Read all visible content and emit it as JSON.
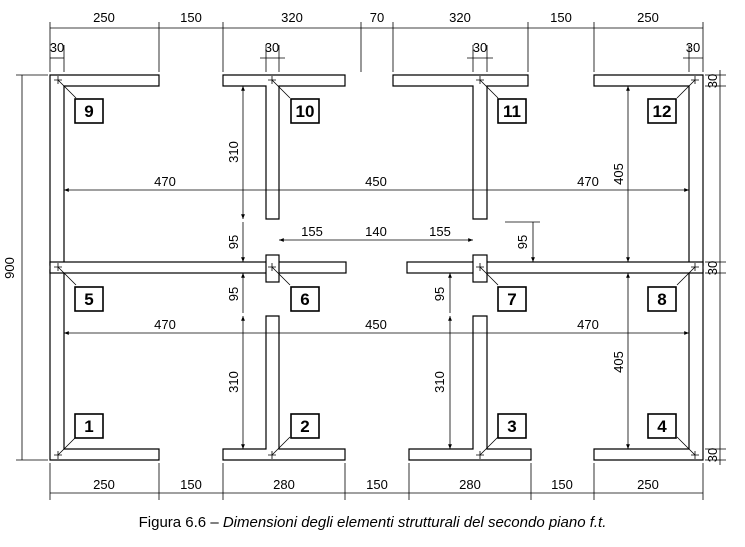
{
  "caption": {
    "prefix": "Figura 6.6 – ",
    "text": "Dimensioni degli elementi strutturali del secondo piano f.t."
  },
  "dims": {
    "top_row": [
      "250",
      "150",
      "320",
      "70",
      "320",
      "150",
      "250"
    ],
    "top_wall": [
      "30",
      "30",
      "30",
      "30"
    ],
    "bottom_row": [
      "250",
      "150",
      "280",
      "150",
      "280",
      "150",
      "250"
    ],
    "left_total": "900",
    "right_side": [
      "30",
      "30",
      "30"
    ],
    "mid_upper": [
      "470",
      "450",
      "470"
    ],
    "mid_lower": [
      "470",
      "450",
      "470"
    ],
    "center": [
      "155",
      "140",
      "155"
    ],
    "heights_left": [
      "310",
      "95",
      "95",
      "310"
    ],
    "heights_center": [
      "95",
      "310"
    ],
    "heights_right": [
      "405",
      "405"
    ],
    "misc": [
      "95"
    ]
  },
  "elements": [
    "1",
    "2",
    "3",
    "4",
    "5",
    "6",
    "7",
    "8",
    "9",
    "10",
    "11",
    "12"
  ]
}
